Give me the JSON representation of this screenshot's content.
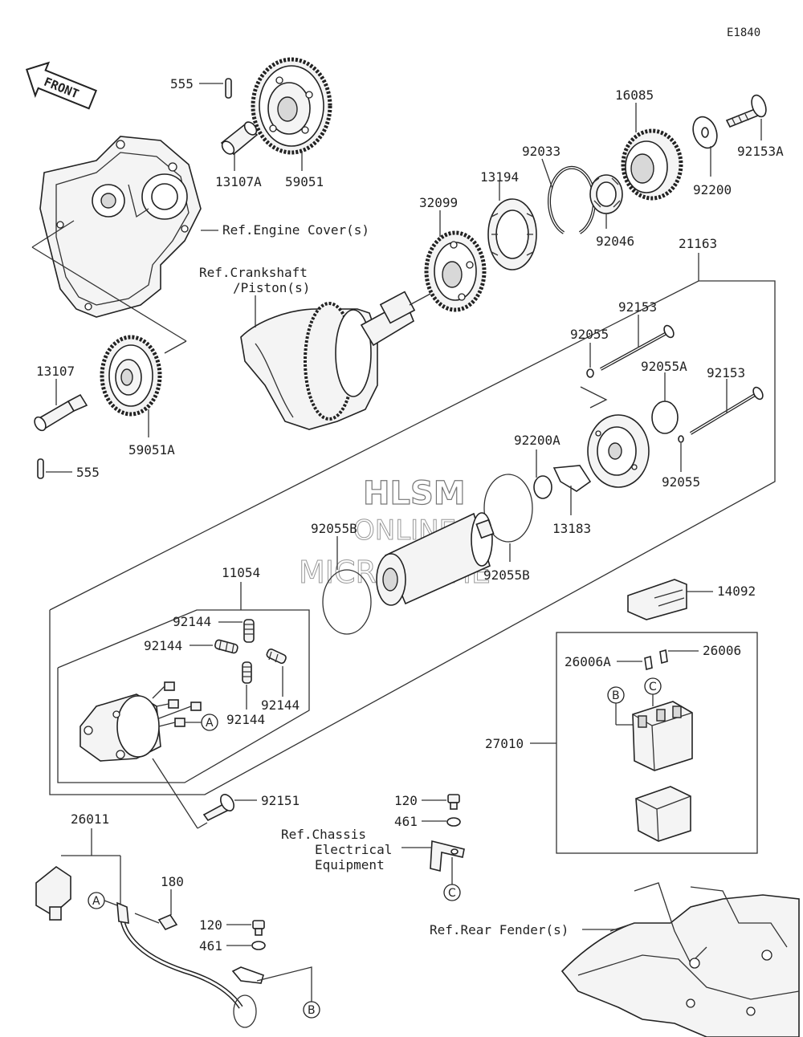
{
  "diagram_code": "E1840",
  "front_label": "FRONT",
  "watermark": [
    "HLSM",
    "ONLINE",
    "MICROFICHE"
  ],
  "parts": {
    "p555_top": "555",
    "p13107A": "13107A",
    "p59051": "59051",
    "p16085": "16085",
    "p92033": "92033",
    "p13194": "13194",
    "p32099": "32099",
    "p92153A": "92153A",
    "p92200": "92200",
    "p92046": "92046",
    "p21163": "21163",
    "p13107": "13107",
    "p555_bot": "555",
    "p59051A": "59051A",
    "p92153_a": "92153",
    "p92055_a": "92055",
    "p92055A": "92055A",
    "p92153_b": "92153",
    "p92055_b": "92055",
    "p92200A": "92200A",
    "p13183": "13183",
    "p92055B_a": "92055B",
    "p92055B_b": "92055B",
    "p11054": "11054",
    "p92144_a": "92144",
    "p92144_b": "92144",
    "p92144_c": "92144",
    "p92144_d": "92144",
    "p14092": "14092",
    "p26006A": "26006A",
    "p26006": "26006",
    "p27010": "27010",
    "p92151": "92151",
    "p26011": "26011",
    "p120_a": "120",
    "p461_a": "461",
    "p180": "180",
    "p120_b": "120",
    "p461_b": "461"
  },
  "refs": {
    "engine_cover": "Ref.Engine Cover(s)",
    "crankshaft_1": "Ref.Crankshaft",
    "crankshaft_2": "/Piston(s)",
    "chassis_1": "Ref.Chassis",
    "chassis_2": "Electrical",
    "chassis_3": "Equipment",
    "rear_fender": "Ref.Rear Fender(s)"
  },
  "callouts": {
    "a1": "A",
    "a2": "A",
    "b1": "B",
    "b2": "B",
    "c1": "C",
    "c2": "C"
  }
}
